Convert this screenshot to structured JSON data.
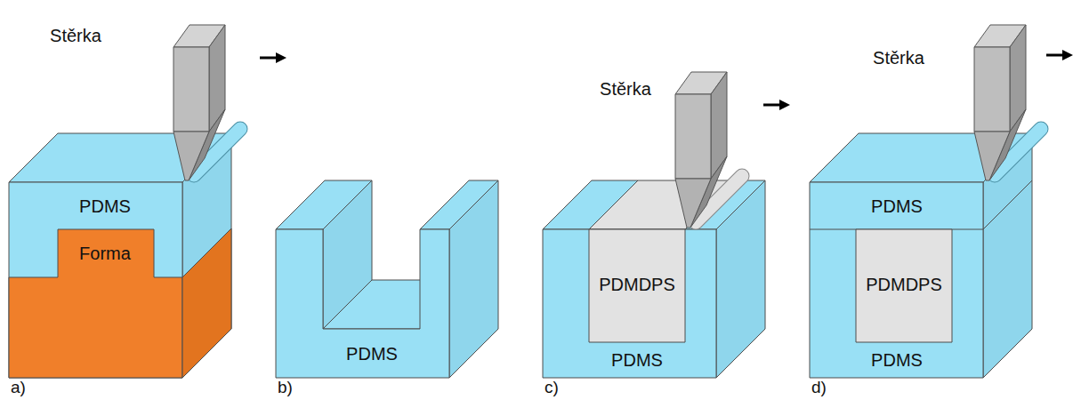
{
  "diagram": {
    "labels": [
      "Stěrka",
      "PDMS",
      "Forma",
      "a)",
      "PDMS",
      "b)",
      "Stěrka",
      "PDMDPS",
      "PDMS",
      "c)",
      "Stěrka",
      "PDMS",
      "PDMDPS",
      "PDMS",
      "d)"
    ]
  }
}
